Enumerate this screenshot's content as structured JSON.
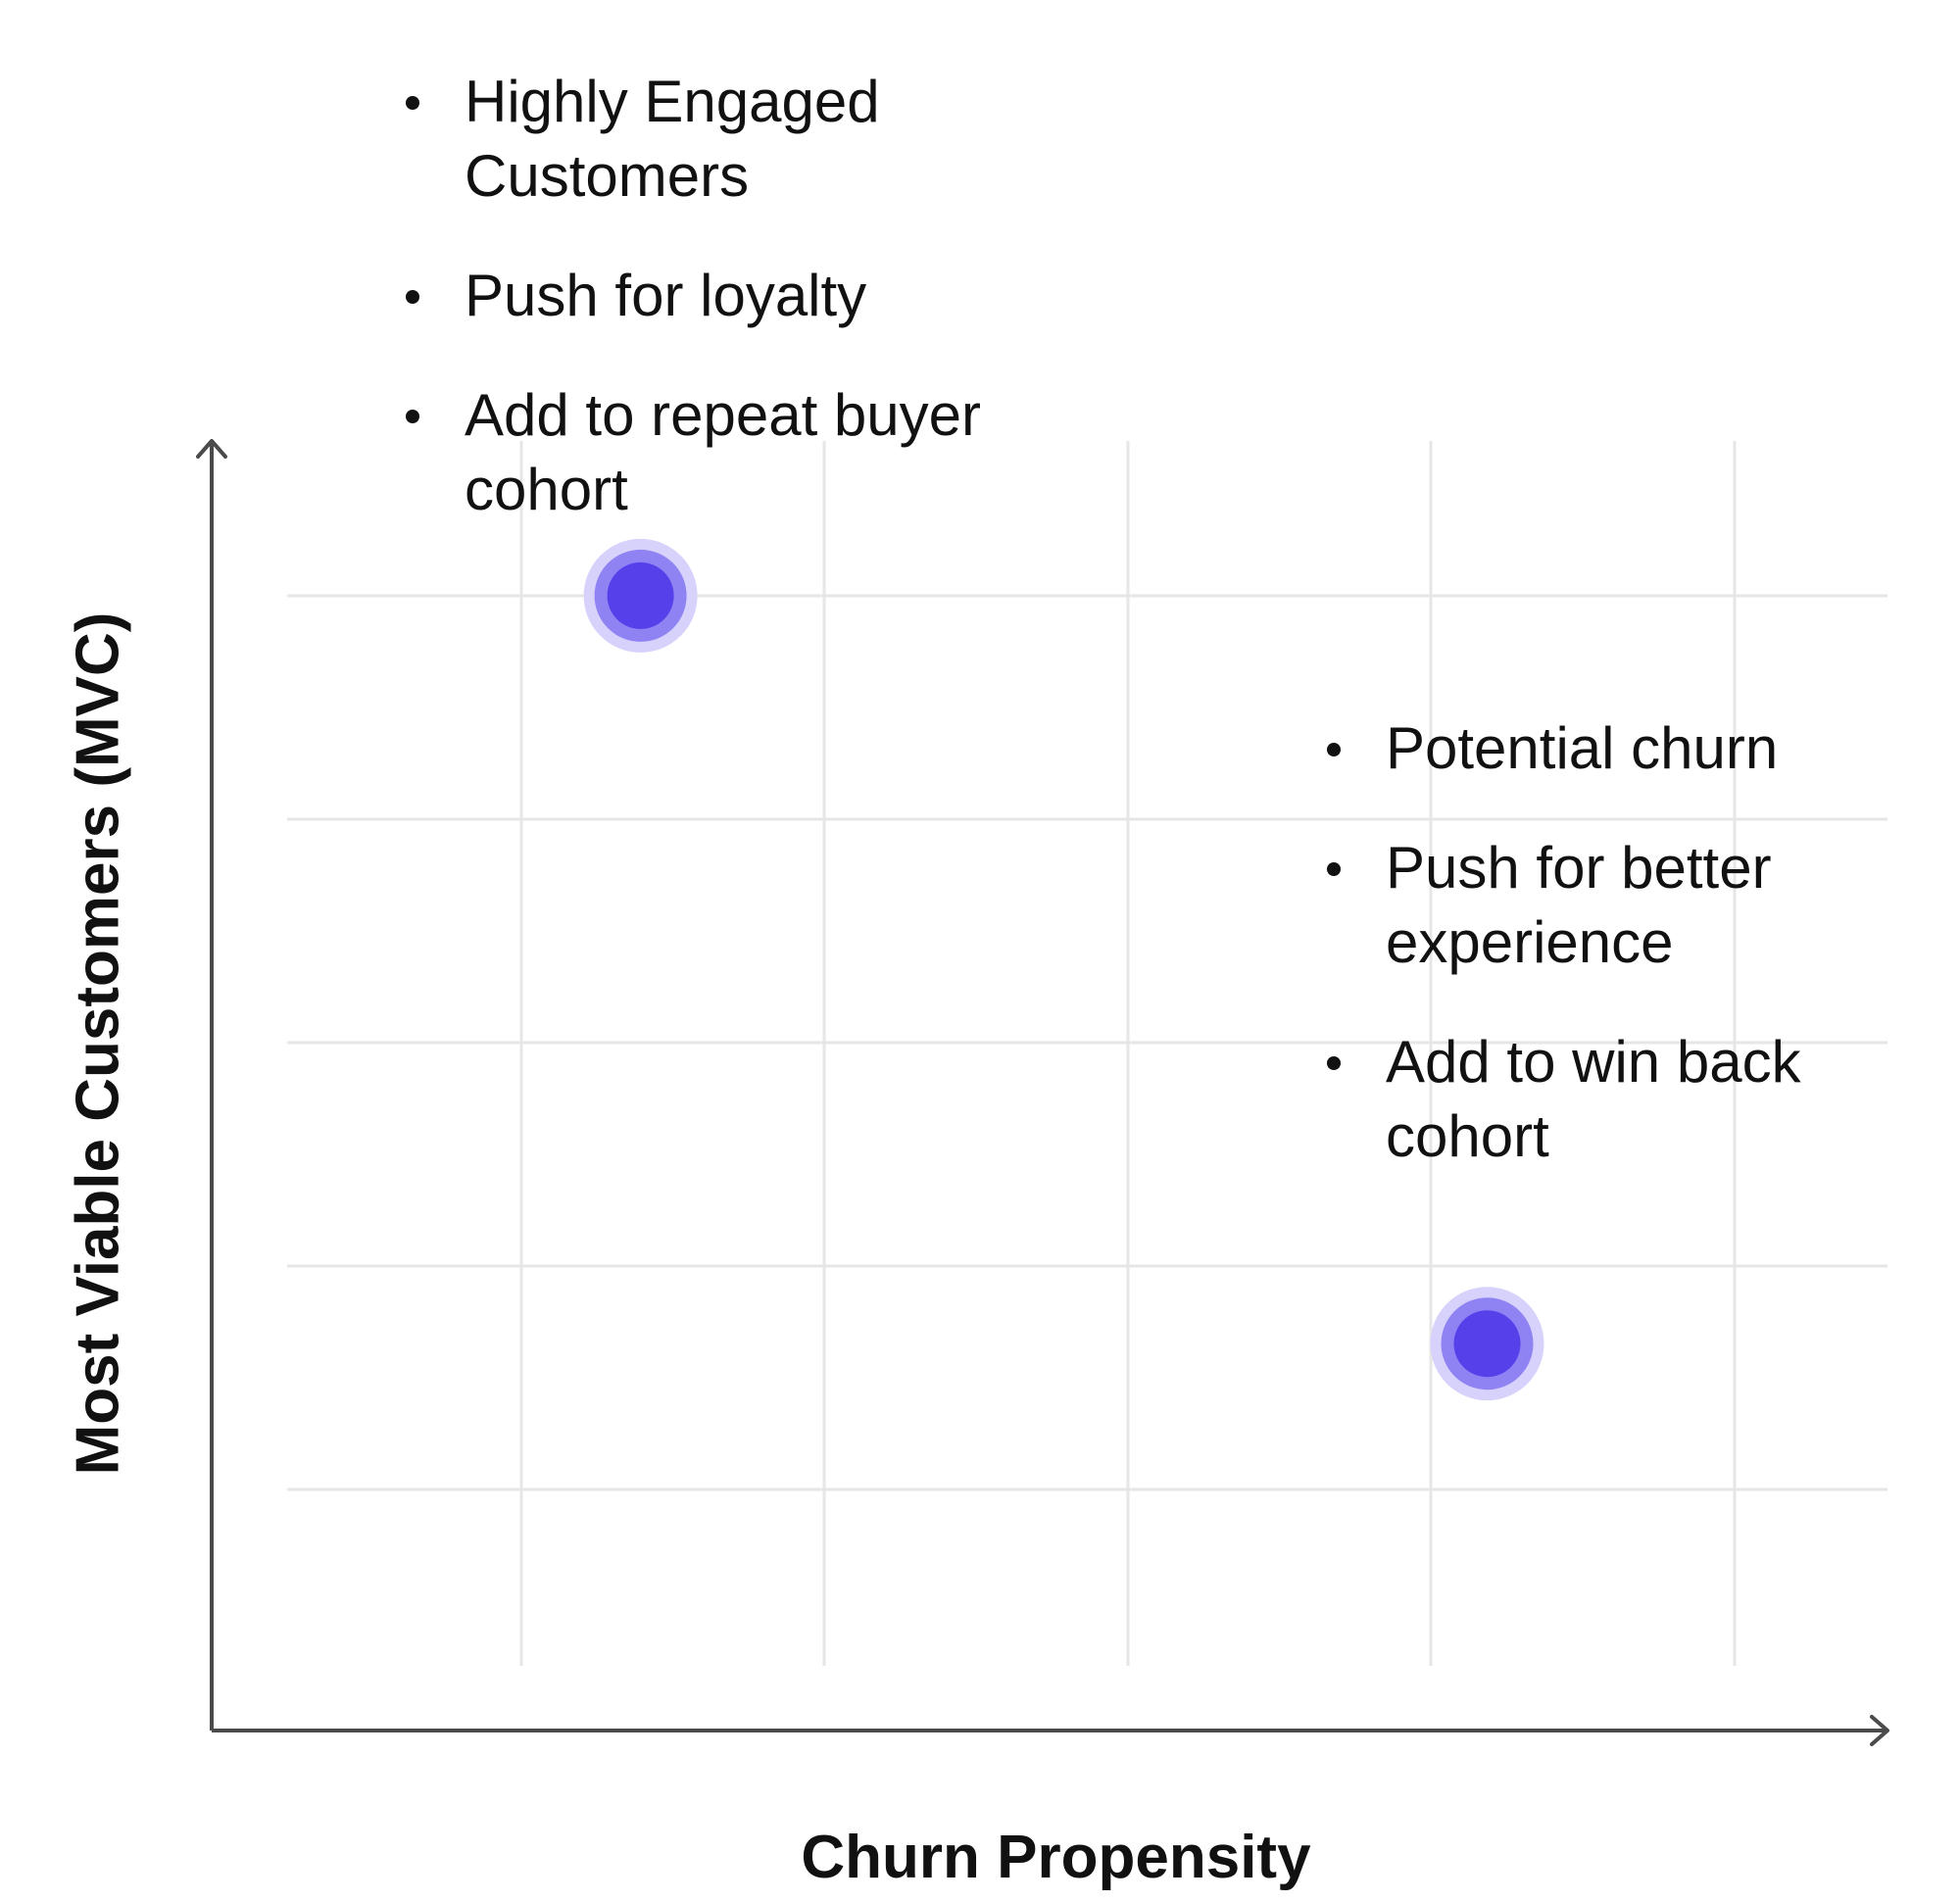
{
  "chart_data": {
    "type": "scatter",
    "title": "",
    "xlabel": "Churn Propensity",
    "ylabel": "Most Viable Customers (MVC)",
    "xlim": [
      0,
      10
    ],
    "ylim": [
      0,
      10
    ],
    "grid": true,
    "points": [
      {
        "x": 2.2,
        "y": 8.8
      },
      {
        "x": 7.5,
        "y": 3.0
      }
    ],
    "annotations": [
      {
        "items": [
          "Highly Engaged Customers",
          "Push for loyalty",
          "Add to repeat buyer cohort"
        ]
      },
      {
        "items": [
          "Potential churn",
          "Push for better experience",
          "Add to win back cohort"
        ]
      }
    ]
  },
  "colors": {
    "point_core": "#5540ea",
    "point_halo": "#8f83f3",
    "point_outer": "#d7d2fb",
    "grid": "#e6e6e6",
    "axis": "#4b4b4b"
  }
}
